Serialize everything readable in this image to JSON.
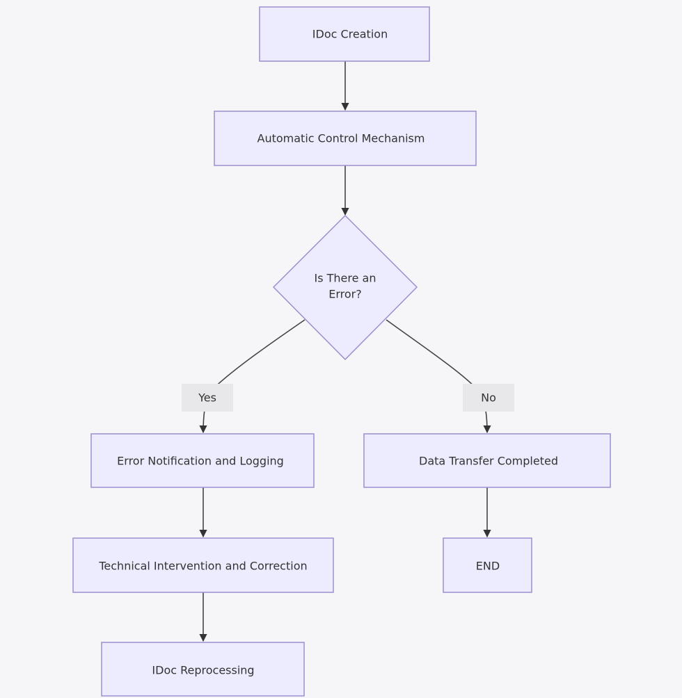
{
  "nodes": {
    "idoc_creation": "IDoc Creation",
    "auto_control": "Automatic Control Mechanism",
    "decision_line1": "Is There an",
    "decision_line2": "Error?",
    "error_notification": "Error Notification and Logging",
    "technical_intervention": "Technical Intervention and Correction",
    "idoc_reprocessing": "IDoc Reprocessing",
    "data_transfer": "Data Transfer Completed",
    "end": "END"
  },
  "edge_labels": {
    "yes": "Yes",
    "no": "No"
  },
  "colors": {
    "node_fill": "#ececfe",
    "node_stroke": "#9b8fd0",
    "edge": "#444444",
    "background": "#f6f5f8"
  }
}
